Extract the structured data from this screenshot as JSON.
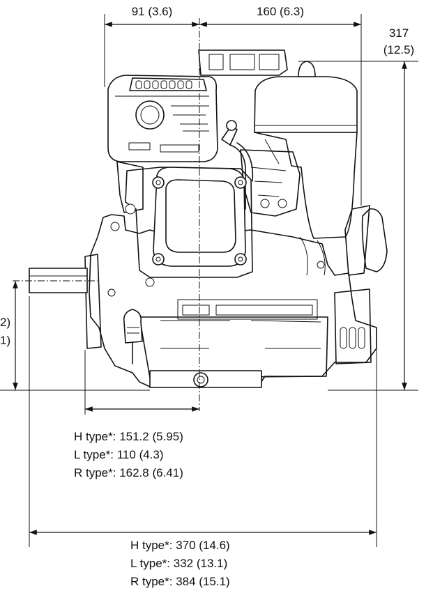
{
  "dimensions": {
    "top_left": "91 (3.6)",
    "top_right": "160 (6.3)",
    "height_value": "317",
    "height_inch": "(12.5)",
    "left_partial_1": "2)",
    "left_partial_2": "1)",
    "shaft_offset": [
      "H type*: 151.2 (5.95)",
      "L type*: 110 (4.3)",
      "R type*: 162.8 (6.41)"
    ],
    "overall_width": [
      "H type*: 370 (14.6)",
      "L type*: 332 (13.1)",
      "R type*: 384 (15.1)"
    ]
  }
}
